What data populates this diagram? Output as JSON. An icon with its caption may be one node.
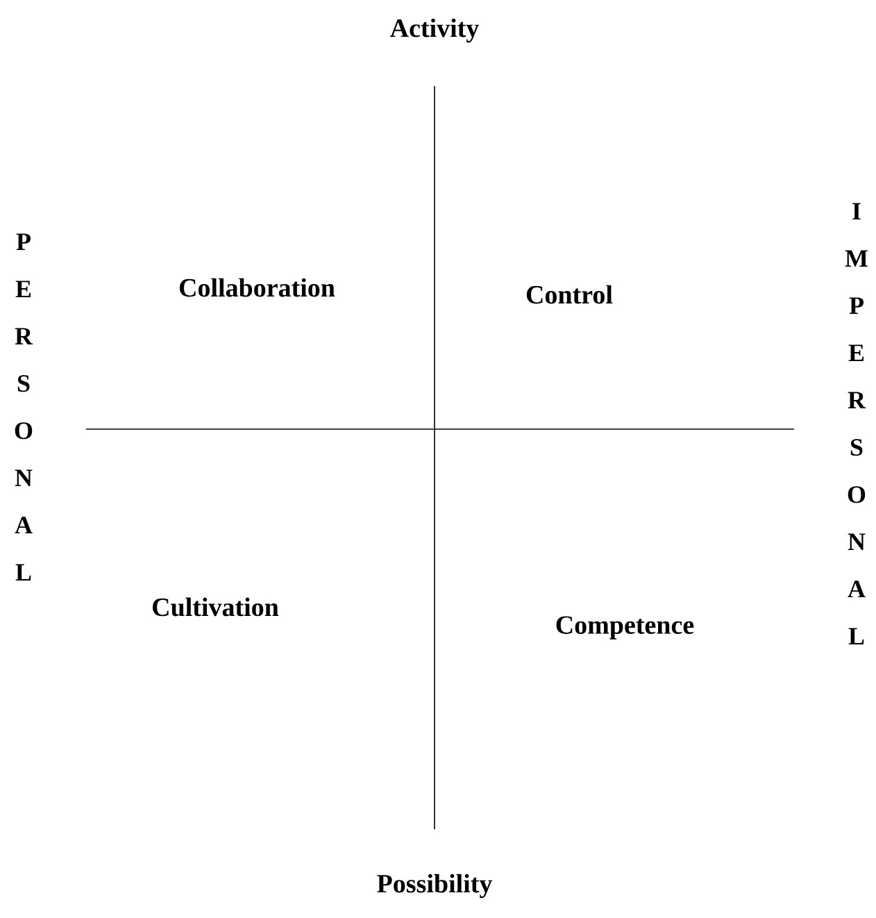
{
  "diagram": {
    "labels": [
      "Activity",
      "IMPERSONAL",
      "PERSONAL",
      "Collaboration",
      "Control",
      "Cultivation",
      "Competence",
      "Possibility"
    ]
  }
}
